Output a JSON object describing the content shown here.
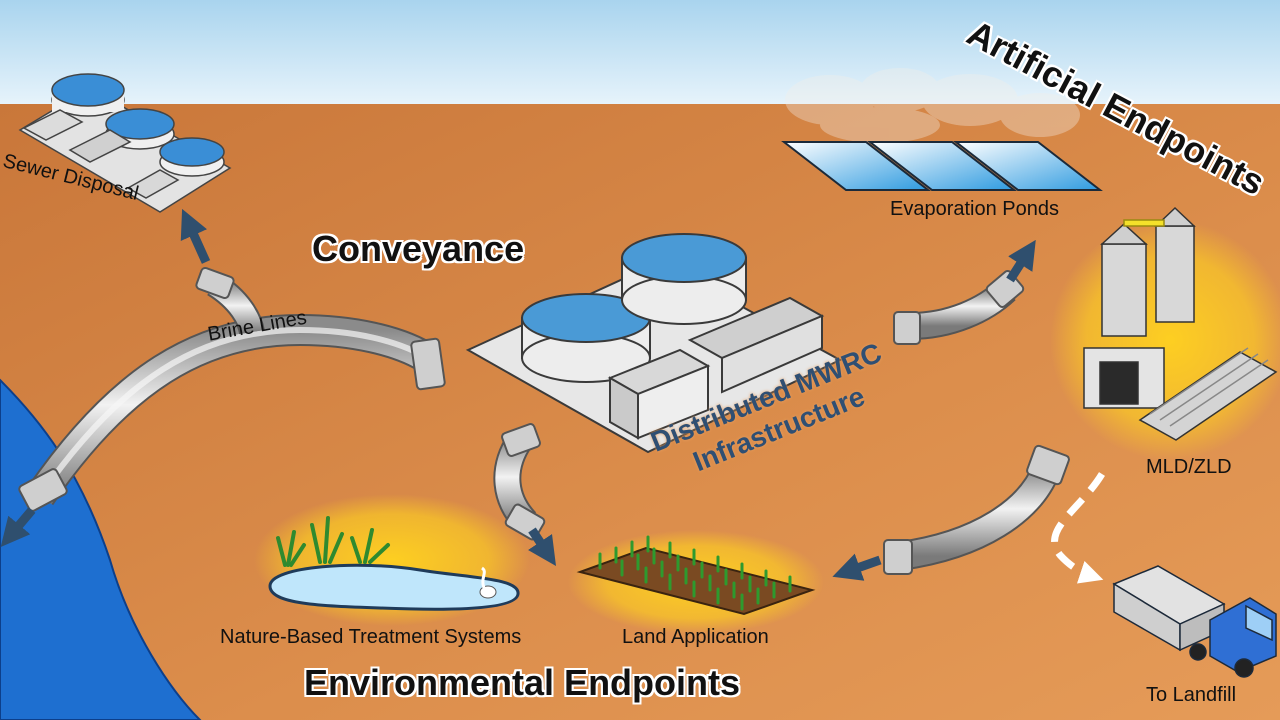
{
  "labels": {
    "conveyance": "Conveyance",
    "environmental_endpoints": "Environmental Endpoints",
    "artificial_endpoints": "Artificial Endpoints",
    "sewer_disposal": "Sewer Disposal",
    "brine_lines": "Brine Lines",
    "mwrc_line1": "Distributed MWRC",
    "mwrc_line2": "Infrastructure",
    "evaporation_ponds": "Evaporation Ponds",
    "mld_zld": "MLD/ZLD",
    "to_landfill": "To Landfill",
    "nature_based": "Nature-Based Treatment Systems",
    "land_application": "Land Application"
  },
  "colors": {
    "sky_top": "#a9d4ee",
    "ground": "#d88a48",
    "ocean": "#1e6fd0",
    "arrow": "#2f4f6e",
    "mwrc_text": "#2f4f73",
    "glow": "#ffd21f"
  }
}
